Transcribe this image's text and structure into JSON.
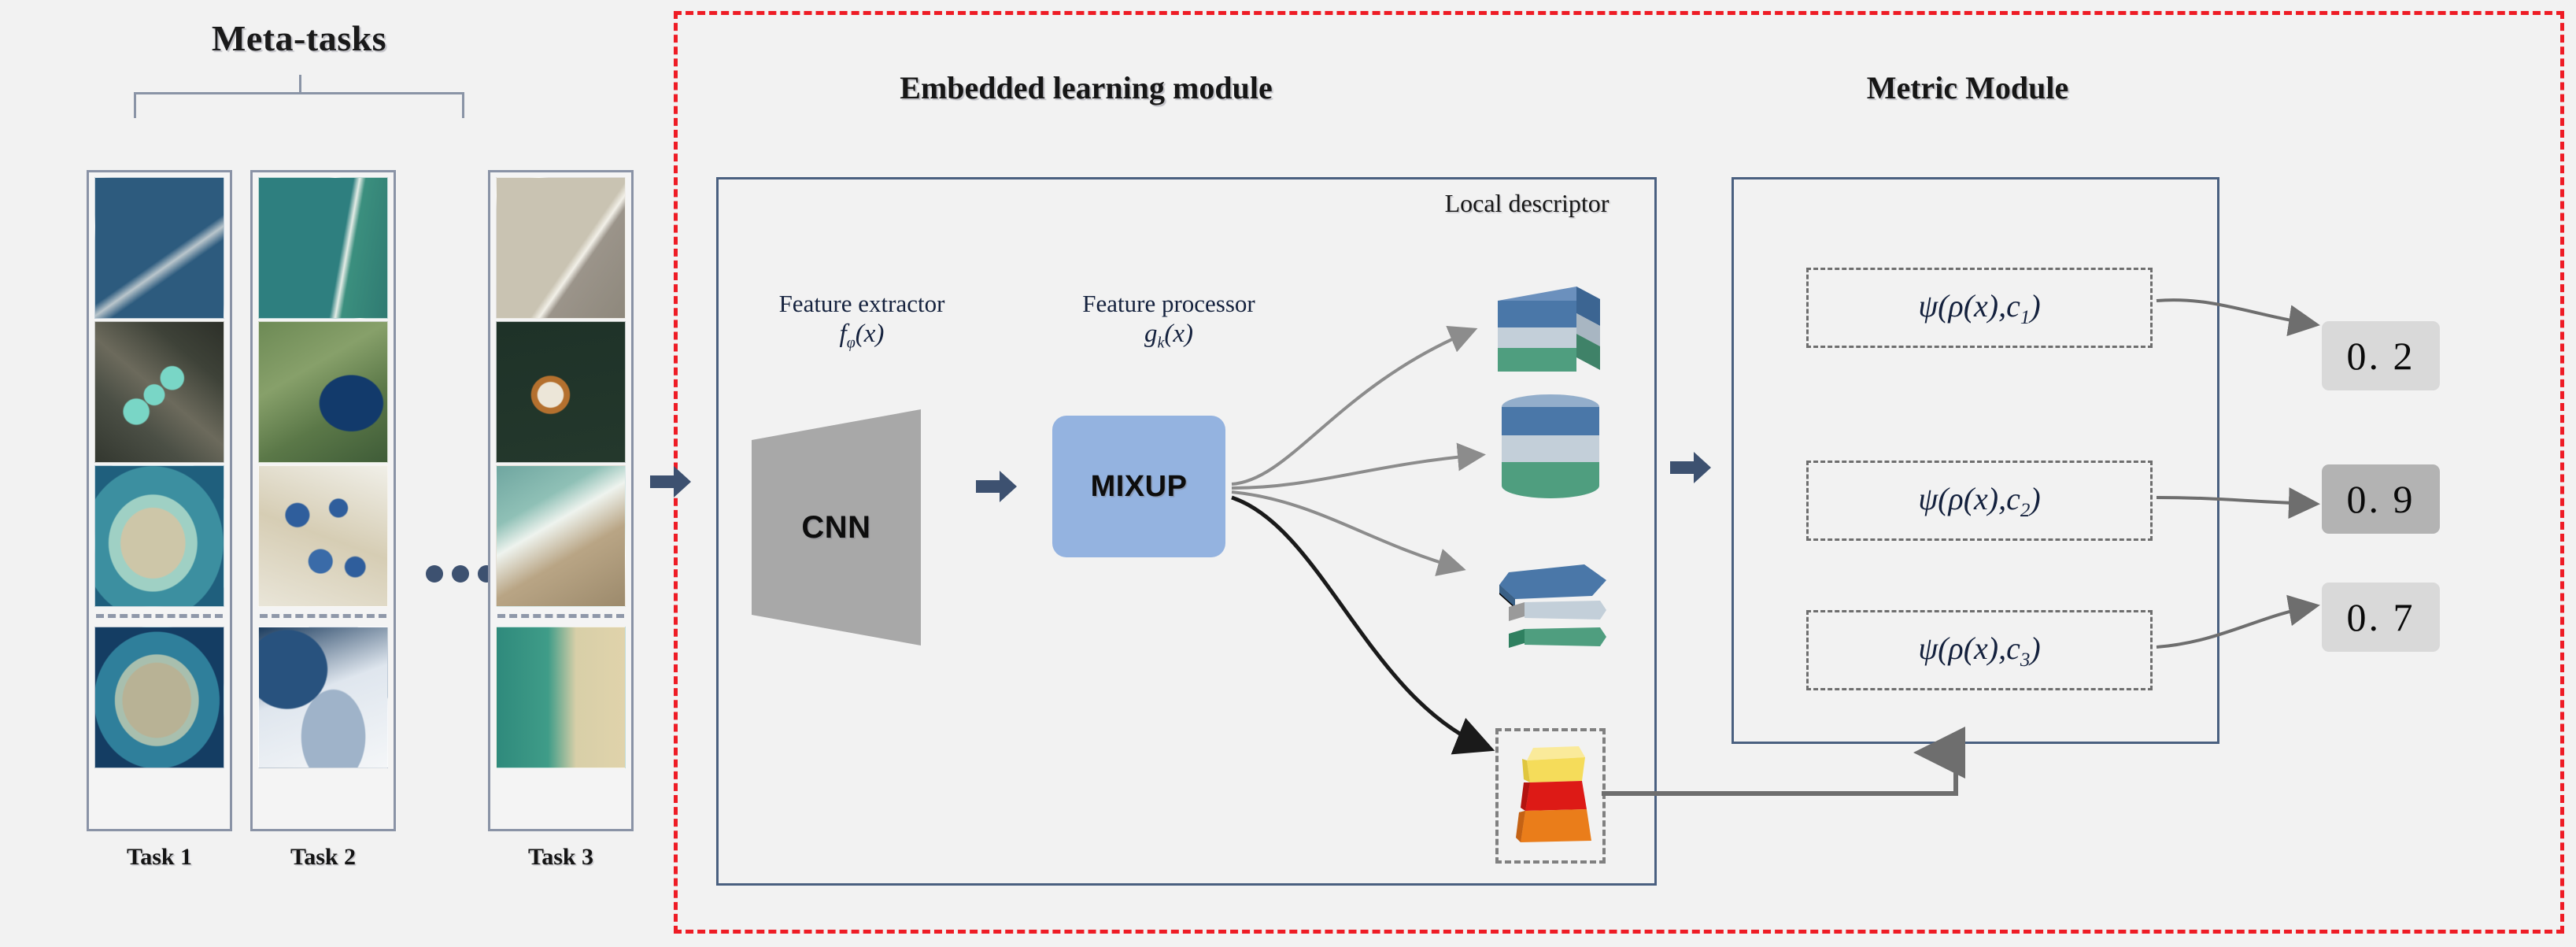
{
  "figure": {
    "type": "architecture-diagram",
    "background_color": "#f2f2f2"
  },
  "meta_tasks": {
    "title": "Meta-tasks",
    "bracket_icon": "bracket-icon",
    "ellipsis_icon": "ellipsis-dots-icon",
    "support_query_divider_icon": "dashed-divider-icon",
    "tasks": [
      {
        "label": "Task 1",
        "support_images": [
          "harbor-pier-aerial",
          "storage-tanks-aerial",
          "beach-island-aerial"
        ],
        "query_images": [
          "island-aerial"
        ]
      },
      {
        "label": "Task 2",
        "support_images": [
          "coastline-aerial",
          "lake-mountains-aerial",
          "ice-floe-aerial"
        ],
        "query_images": [
          "snow-glacier-aerial"
        ]
      },
      {
        "label": "Task 3",
        "support_images": [
          "airplane-runway-aerial",
          "ship-harbor-aerial",
          "wave-shoreline-aerial"
        ],
        "query_images": [
          "beach-shoreline-aerial"
        ]
      }
    ]
  },
  "pipeline": {
    "outer_border_color": "#ee1c25",
    "input_arrow_icon": "right-arrow-icon"
  },
  "embedded_learning_module": {
    "title": "Embedded learning module",
    "border_color": "#4a6080",
    "feature_extractor": {
      "caption": "Feature extractor",
      "formula_fn": "f",
      "formula_sub": "φ",
      "formula_arg": "(x)",
      "block_label": "CNN",
      "block_color": "#a8a8a8"
    },
    "feature_processor": {
      "caption": "Feature processor",
      "formula_fn": "g",
      "formula_sub": "k",
      "formula_arg": "(x)",
      "block_label": "MIXUP",
      "block_color": "#94b3e0"
    },
    "inner_arrow_icon": "right-arrow-icon",
    "local_descriptor": {
      "caption": "Local descriptor",
      "layer_colors": [
        "#4a77a8",
        "#c3cfd9",
        "#4f9e7f"
      ],
      "items": [
        "descriptor-box-3d",
        "descriptor-cylinder-3d",
        "descriptor-hex-slabs-3d",
        "descriptor-query-trapezoids-3d"
      ]
    },
    "query_descriptor": {
      "border_style": "dashed",
      "border_color": "#808080",
      "layer_colors": [
        "#f5dc5a",
        "#dd1a16",
        "#ea7d1a"
      ]
    },
    "output_arrow_icon": "right-arrow-icon"
  },
  "metric_module": {
    "title": "Metric Module",
    "border_color": "#4a6080",
    "comparisons": [
      {
        "psi": "ψ",
        "rho": "ρ",
        "arg": "(x)",
        "class_sym": "c",
        "class_index": "1",
        "score": "0. 2",
        "highlighted": false
      },
      {
        "psi": "ψ",
        "rho": "ρ",
        "arg": "(x)",
        "class_sym": "c",
        "class_index": "2",
        "score": "0. 9",
        "highlighted": true
      },
      {
        "psi": "ψ",
        "rho": "ρ",
        "arg": "(x)",
        "class_sym": "c",
        "class_index": "3",
        "score": "0. 7",
        "highlighted": false
      }
    ],
    "score_arrow_icon": "curved-arrow-icon",
    "feedback_arrow_icon": "feedback-arrow-icon",
    "score_colors": {
      "normal": "#d9d9d9",
      "highlighted": "#b3b3b3"
    }
  }
}
